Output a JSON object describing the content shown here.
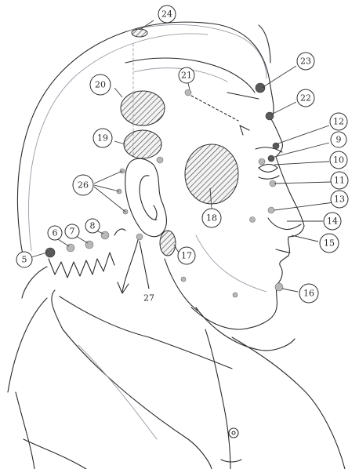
{
  "labels": {
    "l5": "5",
    "l6": "6",
    "l7": "7",
    "l8": "8",
    "l9": "9",
    "l10": "10",
    "l11": "11",
    "l12": "12",
    "l13": "13",
    "l14": "14",
    "l15": "15",
    "l16": "16",
    "l17": "17",
    "l18": "18",
    "l19": "19",
    "l20": "20",
    "l21": "21",
    "l22": "22",
    "l23": "23",
    "l24": "24",
    "l26": "26",
    "l27": "27"
  },
  "colors": {
    "ink": "#2a2a2a",
    "hatch": "#3a3a3a",
    "dot_fill": "#b8b8b8"
  }
}
